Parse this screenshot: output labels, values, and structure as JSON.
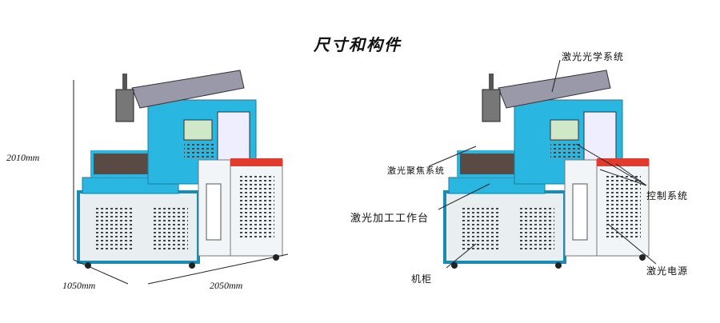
{
  "title": "尺寸和构件",
  "dimensions": {
    "height": "2010mm",
    "depth": "1050mm",
    "width": "2050mm"
  },
  "labels": {
    "optical": "激光光学系统",
    "focus": "激光聚焦系统",
    "workbench": "激光加工工作台",
    "control": "控制系统",
    "cabinet": "机柜",
    "power": "激光电源"
  },
  "colors": {
    "body": "#29b6e0",
    "panel": "#e8eef2",
    "arm": "#9a99aa",
    "accent": "#e23b2e"
  }
}
